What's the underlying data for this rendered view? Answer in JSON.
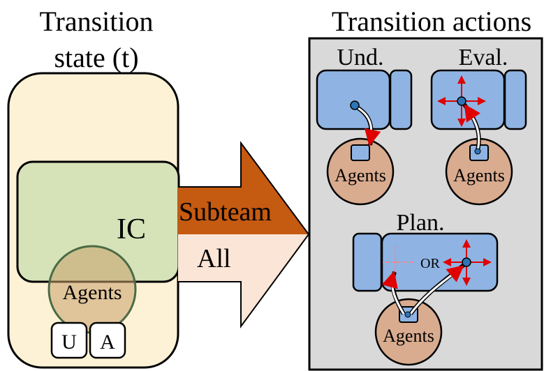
{
  "left_panel": {
    "title_line1": "Transition",
    "title_line2": "state (t)",
    "ic_label": "IC",
    "agents_label": "Agents",
    "slot_u": "U",
    "slot_a": "A"
  },
  "arrow": {
    "top_label": "Subteam",
    "bottom_label": "All"
  },
  "right_panel": {
    "title": "Transition actions",
    "und": {
      "label": "Und.",
      "agents_label": "Agents"
    },
    "eval": {
      "label": "Eval.",
      "agents_label": "Agents"
    },
    "plan": {
      "label": "Plan.",
      "agents_label": "Agents",
      "or_label": "OR"
    }
  },
  "colors": {
    "state_fill": "#fdf2d5",
    "ic_fill": "#d6e2b8",
    "agents_fill": "#d9ab8f",
    "arrow_top": "#c55a11",
    "arrow_bottom": "#fbe5d6",
    "panel_fill": "#d9d9d9",
    "block_fill": "#8fb4e3",
    "dot_fill": "#2e75b6",
    "red": "#e00000"
  }
}
